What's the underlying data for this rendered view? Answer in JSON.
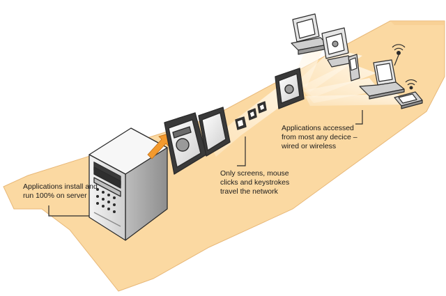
{
  "captions": {
    "server": {
      "line1": "Applications install and",
      "line2": "run 100% on server"
    },
    "network": {
      "line1": "Only screens, mouse",
      "line2": "clicks and keystrokes",
      "line3": "travel the network"
    },
    "devices": {
      "line1": "Applications accessed",
      "line2": "from most any decice –",
      "line3": "wired or wireless"
    }
  },
  "colors": {
    "floor": "#fbd9a2",
    "floor_edge": "#e8b878",
    "beam": "#fff3dc",
    "arrow": "#f39a2e",
    "server_body": "#e6e6e6",
    "outline": "#2b2b2b"
  },
  "icons": [
    "server-icon",
    "monitor-icon",
    "laptop-icon",
    "pda-icon",
    "wireless-icon",
    "arrow-icon"
  ]
}
